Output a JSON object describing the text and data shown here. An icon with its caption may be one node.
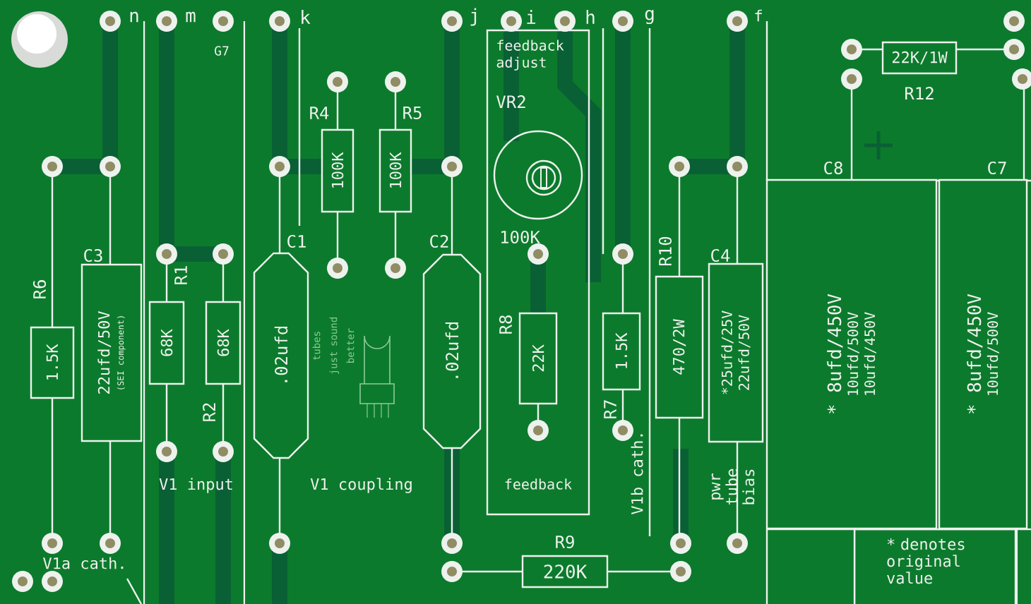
{
  "diagram": {
    "nodes": [
      {
        "text": [
          "1.5K"
        ],
        "beside": [
          "R6"
        ]
      },
      {
        "text": [
          "22ufd/50V",
          "(SEI component)"
        ],
        "beside": [
          "C3"
        ]
      },
      {
        "text": [
          "68K"
        ],
        "beside": [
          "R1"
        ]
      },
      {
        "text": [
          "68K"
        ],
        "beside": [
          "R2"
        ]
      },
      {
        "text": [
          ".02ufd"
        ],
        "beside": [
          "C1"
        ]
      },
      {
        "text": [
          "100K"
        ],
        "beside": [
          "R4"
        ]
      },
      {
        "text": [
          "100K"
        ],
        "beside": [
          "R5"
        ]
      },
      {
        "text": [
          ".02ufd"
        ],
        "beside": [
          "C2"
        ]
      },
      {
        "text": [
          "feedback adjust",
          "feedback"
        ]
      },
      {
        "text": [],
        "shape": "circle",
        "beside": [
          "VR2",
          "100K"
        ],
        "in": 8
      },
      {
        "text": [
          "22K"
        ],
        "beside": [
          "R8"
        ],
        "in": 8
      },
      {
        "text": [
          "1.5K"
        ],
        "beside": [
          "R7"
        ]
      },
      {
        "text": [
          "470/2W"
        ],
        "beside": [
          "R10"
        ]
      },
      {
        "text": [
          "*25ufd/25V",
          "22ufd/50V"
        ],
        "beside": [
          "C4"
        ]
      },
      {
        "text": [
          "22K/1W"
        ],
        "beside": [
          "R12"
        ]
      },
      {
        "text": [
          "* 8ufd/450V",
          "10ufd/500V",
          "10ufd/450V"
        ],
        "beside": [
          "C8"
        ]
      },
      {
        "text": [
          "* 8ufd/450V",
          "10ufd/500V"
        ],
        "beside": [
          "C7"
        ]
      },
      {
        "text": [
          "220K"
        ],
        "beside": [
          "R9"
        ]
      },
      {
        "text": [
          "* denotes original value"
        ]
      }
    ],
    "labels": [
      "n",
      "m",
      "k",
      "j",
      "i",
      "h",
      "g",
      "f",
      "G7",
      "V1 input",
      "V1 coupling",
      "V1b cath.",
      "pwr tube bias",
      "tubes just sound better",
      "V1a cath."
    ]
  }
}
